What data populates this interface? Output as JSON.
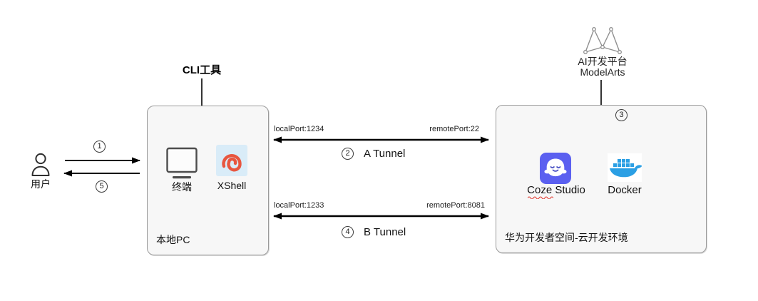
{
  "user": {
    "label": "用户",
    "step_in": "1",
    "step_out": "5"
  },
  "cli": {
    "label": "CLI工具"
  },
  "modelarts": {
    "platform": "AI开发平台",
    "name": "ModelArts",
    "step": "3"
  },
  "local_pc": {
    "title": "本地PC",
    "terminal_label": "终端",
    "xshell_label": "XShell"
  },
  "cloud": {
    "title": "华为开发者空间-云开发环境",
    "coze_label": "Coze Studio",
    "docker_label": "Docker"
  },
  "tunnel_a": {
    "step": "2",
    "name": "A Tunnel",
    "local_port": "localPort:1234",
    "remote_port": "remotePort:22"
  },
  "tunnel_b": {
    "step": "4",
    "name": "B Tunnel",
    "local_port": "localPort:1233",
    "remote_port": "remotePort:8081"
  },
  "colors": {
    "arrow": "#000000",
    "box_fill": "#f7f7f7",
    "box_border": "#9a9a9a",
    "xshell_bg": "#d9ecf8",
    "xshell_brand": "#e8563f",
    "coze_brand": "#5b60f0",
    "docker_brand": "#2b9fe4",
    "modelarts_gray": "#8f8f8f",
    "spellcheck_red": "#e03a2f"
  }
}
